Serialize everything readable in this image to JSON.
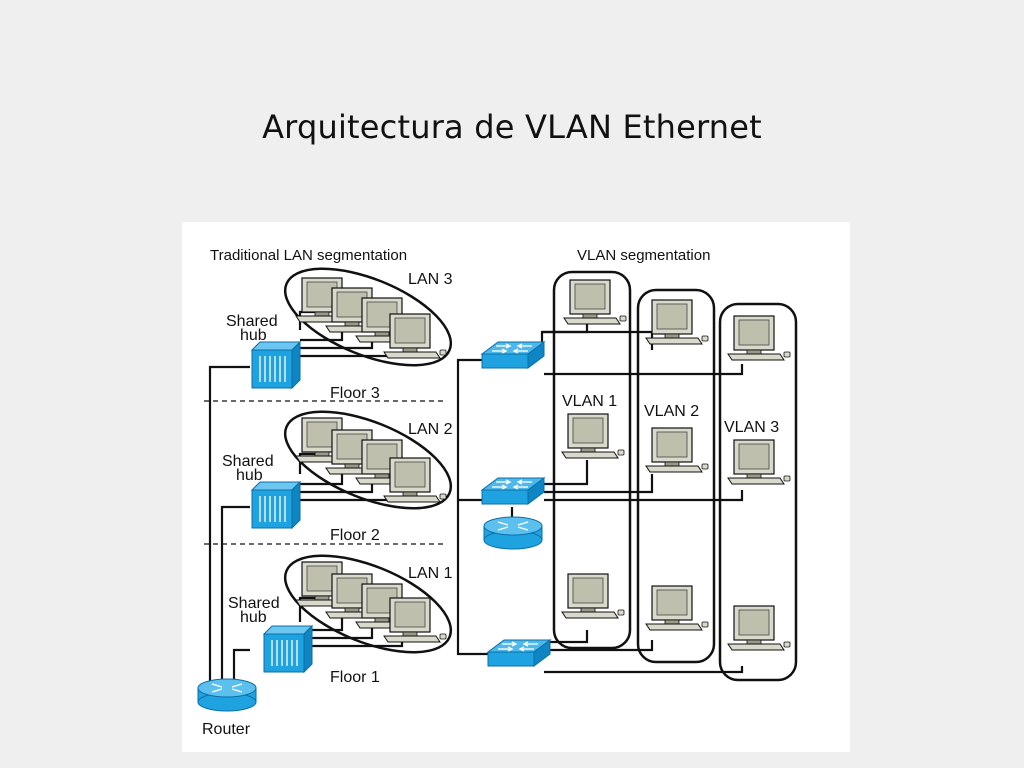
{
  "slide": {
    "title": "Arquitectura de VLAN Ethernet"
  },
  "diagram": {
    "left_panel": {
      "heading": "Traditional LAN segmentation",
      "floors": [
        {
          "lan_label": "LAN 3",
          "hub_label_line1": "Shared",
          "hub_label_line2": "hub",
          "floor_label": "Floor 3"
        },
        {
          "lan_label": "LAN 2",
          "hub_label_line1": "Shared",
          "hub_label_line2": "hub",
          "floor_label": "Floor 2"
        },
        {
          "lan_label": "LAN 1",
          "hub_label_line1": "Shared",
          "hub_label_line2": "hub",
          "floor_label": "Floor 1"
        }
      ],
      "router_label": "Router"
    },
    "right_panel": {
      "heading": "VLAN segmentation",
      "vlans": [
        {
          "label": "VLAN 1"
        },
        {
          "label": "VLAN 2"
        },
        {
          "label": "VLAN 3"
        }
      ]
    },
    "icons": {
      "workstation": "workstation-icon",
      "hub": "shared-hub-icon",
      "switch": "switch-icon",
      "router": "router-icon"
    },
    "colors": {
      "device_blue": "#1fa3e0",
      "device_blue_dark": "#0b6fa8",
      "monitor_fill": "#c9c9b8",
      "line": "#111111"
    }
  }
}
